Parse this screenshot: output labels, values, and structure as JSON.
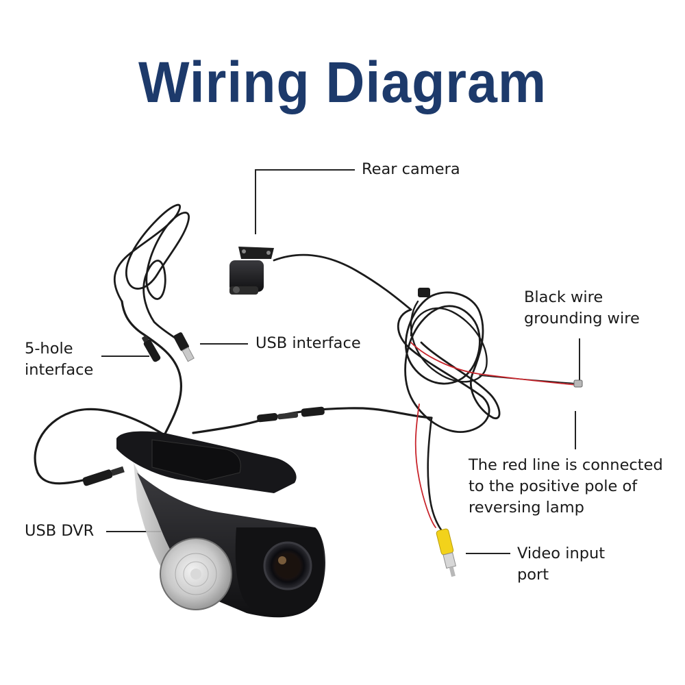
{
  "title": "Wiring Diagram",
  "labels": {
    "rear_camera": "Rear camera",
    "usb_interface": "USB interface",
    "five_hole_interface": "5-hole\ninterface",
    "black_wire": "Black wire\ngrounding wire",
    "red_line": "The red line is connected\nto the positive pole of\nreversing lamp",
    "usb_dvr": "USB DVR",
    "video_input": "Video input\nport"
  },
  "colors": {
    "title": "#1d3a6b",
    "cable": "#1b1b1b",
    "red_wire": "#c8242b",
    "rca_yellow": "#f2d21b",
    "leader": "#222222"
  }
}
